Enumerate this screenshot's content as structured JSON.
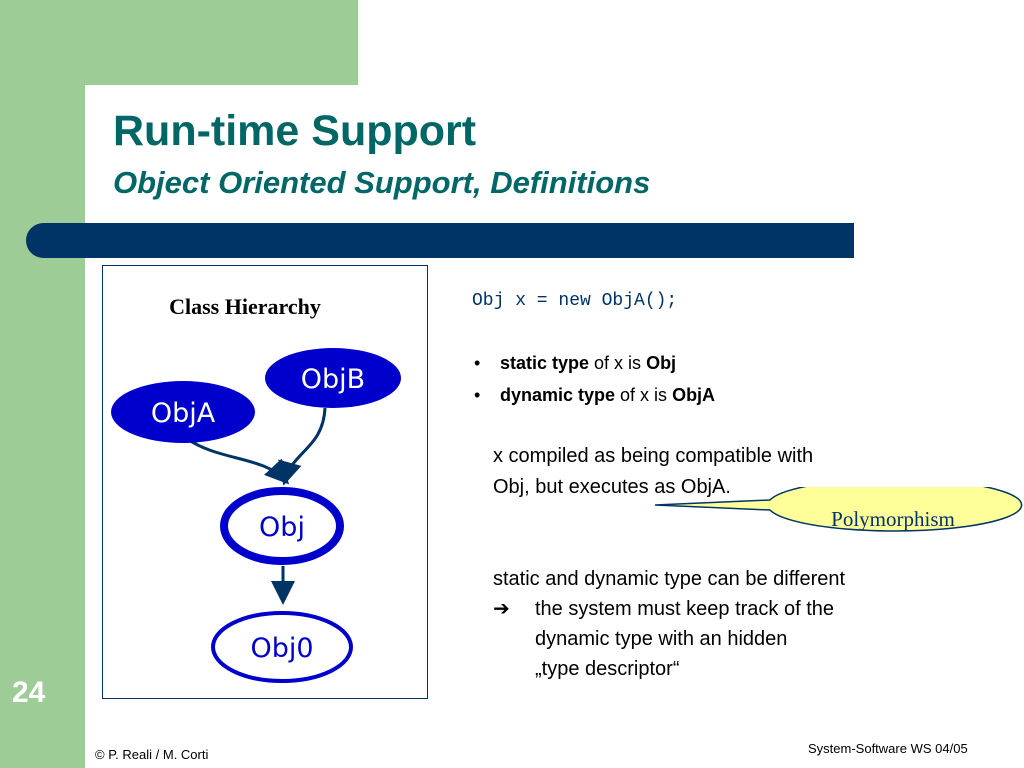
{
  "slide": {
    "title": "Run-time Support",
    "subtitle": "Object Oriented Support, Definitions",
    "page_number": "24",
    "footer_left": "© P. Reali / M. Corti",
    "footer_right": "System-Software WS 04/05"
  },
  "diagram": {
    "heading": "Class Hierarchy",
    "nodes": [
      {
        "label": "ObjB",
        "style": "filled"
      },
      {
        "label": "ObjA",
        "style": "filled"
      },
      {
        "label": "Obj",
        "style": "bold-outline"
      },
      {
        "label": "Obj0",
        "style": "outline"
      }
    ],
    "colors": {
      "node_fill": "#0000cc",
      "edge": "#003366",
      "box_border": "#003366"
    }
  },
  "content": {
    "code": "Obj x = new ObjA();",
    "bullets": [
      {
        "bold_a": "static type",
        "mid": " of x is ",
        "bold_b": "Obj"
      },
      {
        "bold_a": "dynamic type",
        "mid": " of x is ",
        "bold_b": "ObjA"
      }
    ],
    "para1_line1": "x compiled as being compatible with",
    "para1_line2": "Obj, but executes as ObjA.",
    "para2_line1": "static and dynamic type can be different",
    "para2_arrow": "➔",
    "para2_line2": "the system must keep track of the",
    "para2_line3": "dynamic type with an hidden",
    "para2_line4": "„type descriptor“",
    "callout": "Polymorphism",
    "colors": {
      "code": "#003366",
      "callout_fill": "#ffff99",
      "title": "#006666",
      "title_bar": "#003366",
      "green": "#9dcc96"
    }
  }
}
